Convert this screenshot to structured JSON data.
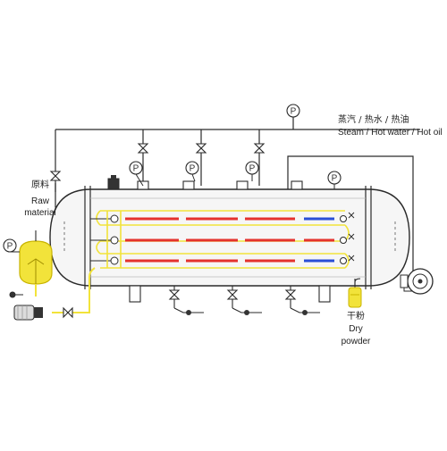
{
  "labels": {
    "supply_cn": "蒸汽 / 热水 / 热油",
    "supply_en": "Steam / Hot water / Hot oil",
    "raw_cn": "原料",
    "raw_en_1": "Raw",
    "raw_en_2": "material",
    "dry_cn": "干粉",
    "dry_en_1": "Dry",
    "dry_en_2": "powder",
    "gauge_letter": "P"
  },
  "colors": {
    "line": "#2a2a2a",
    "vessel_fill": "#f6f6f6",
    "yellow": "#f2e33a",
    "yellow_stroke": "#c9b400",
    "red": "#e5322d",
    "blue": "#2a4fd6",
    "pump_fill": "#dcdcdc",
    "silver": "#b5b5b5",
    "dark": "#333333"
  },
  "icons": [
    "pressure-gauge-icon",
    "valve-icon",
    "steam-trap-icon",
    "motor-icon",
    "pump-icon"
  ]
}
